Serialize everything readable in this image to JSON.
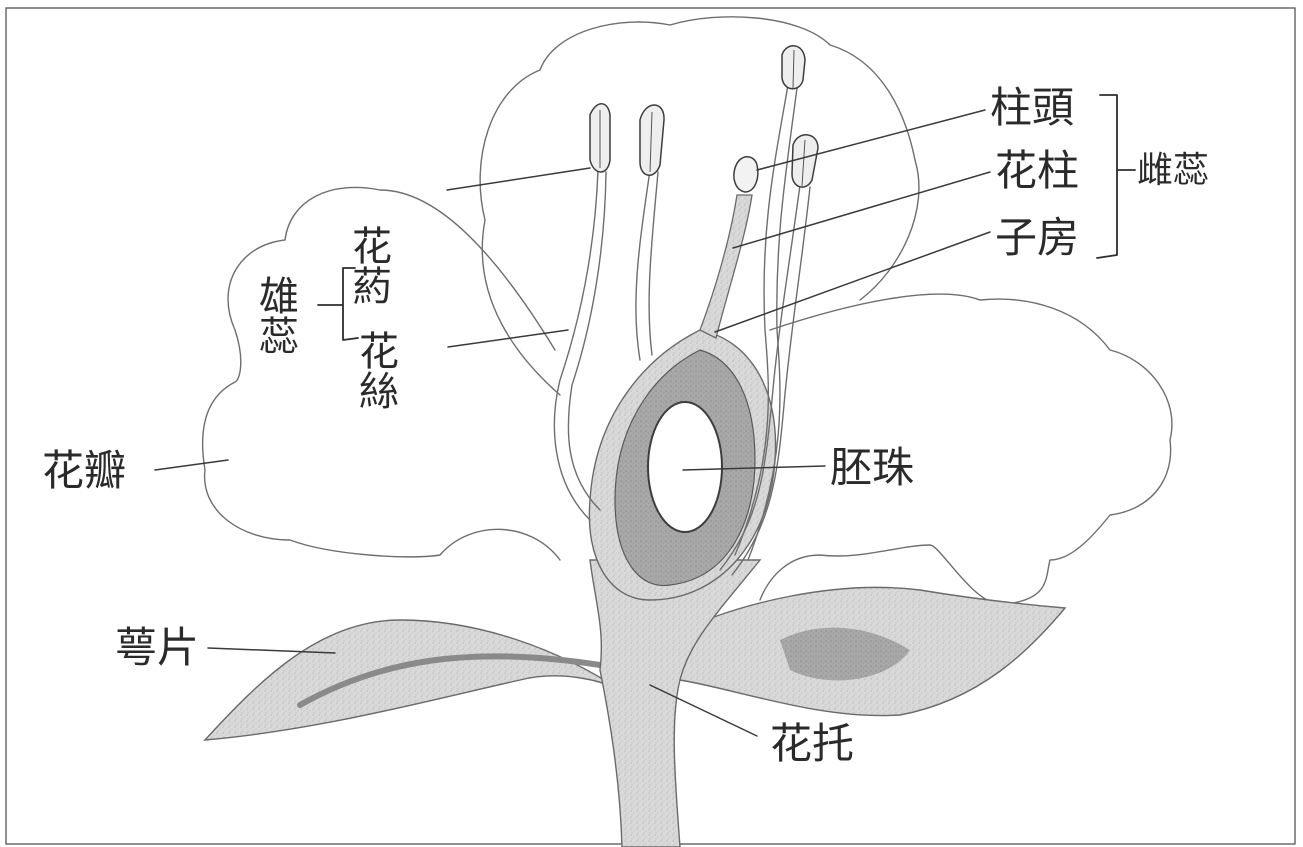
{
  "diagram": {
    "labels": {
      "stigma": "柱頭",
      "style": "花柱",
      "ovary": "子房",
      "pistil": "雌蕊",
      "anther": "花葯",
      "stamen": "雄蕊",
      "filament": "花絲",
      "petal": "花瓣",
      "ovule": "胚珠",
      "sepal": "萼片",
      "receptacle": "花托"
    }
  }
}
